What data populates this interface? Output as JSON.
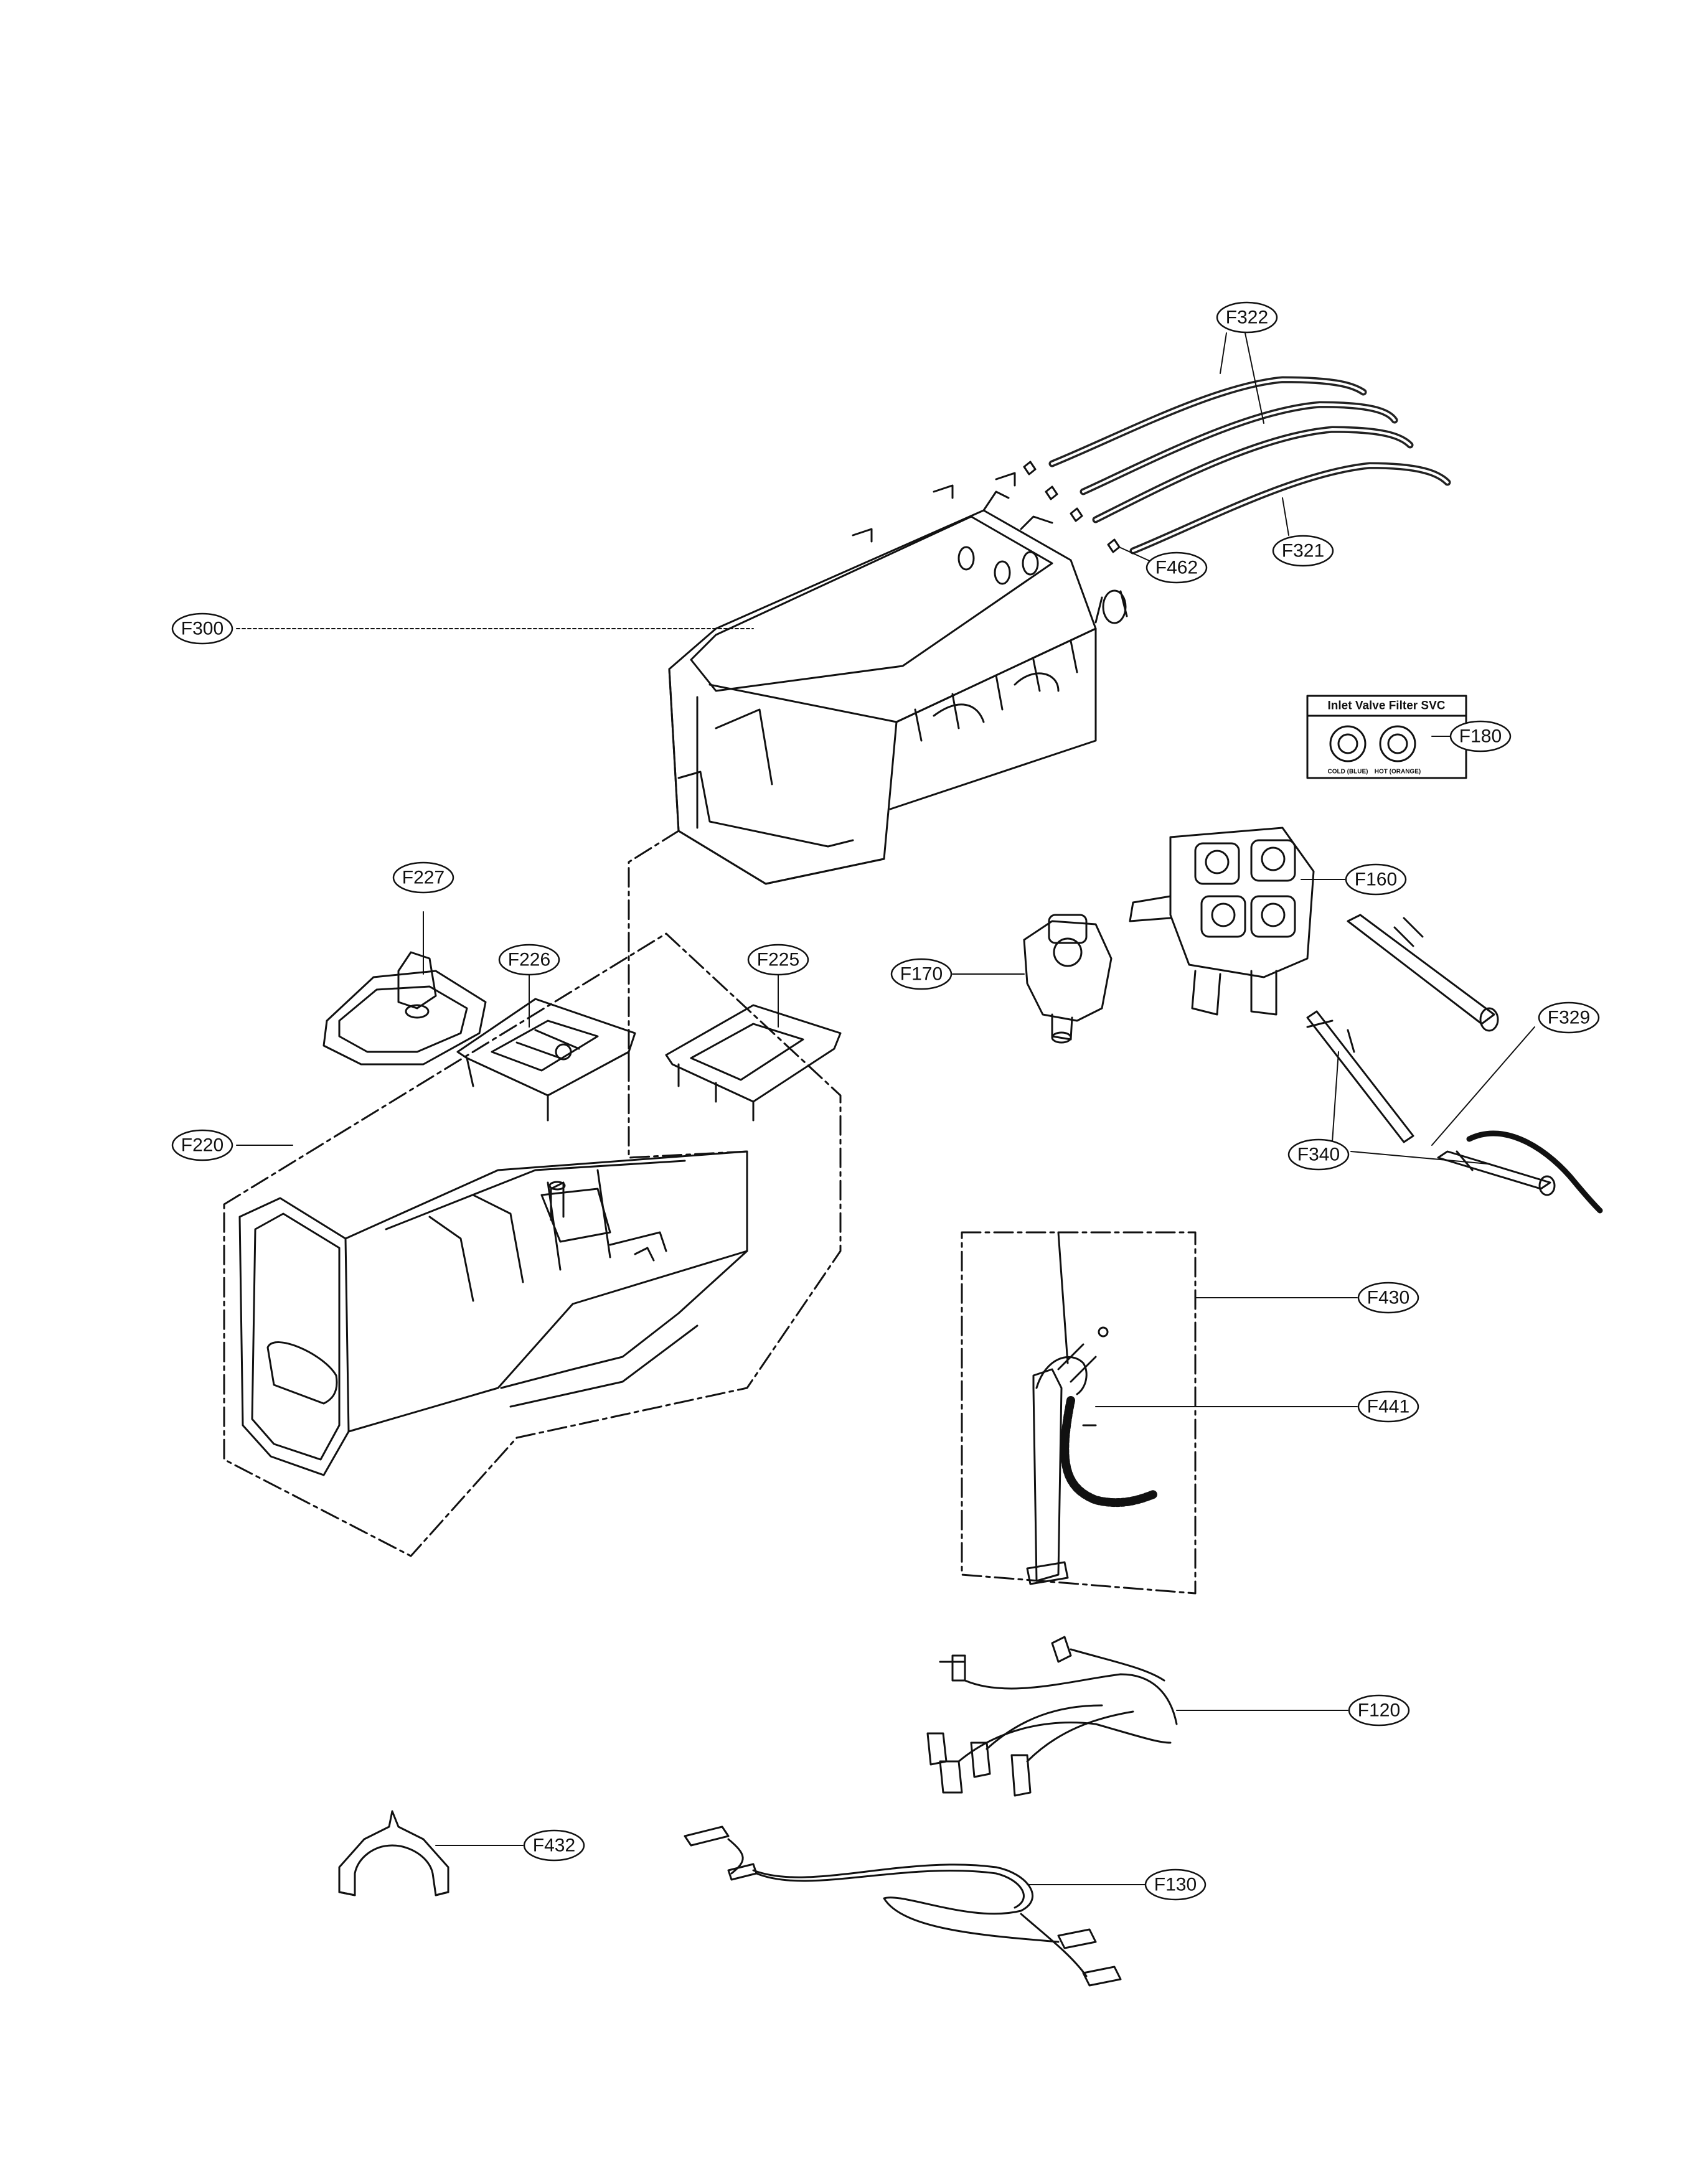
{
  "labels": {
    "f322": "F322",
    "f321": "F321",
    "f462": "F462",
    "f300": "F300",
    "f180": "F180",
    "f160": "F160",
    "f170": "F170",
    "f329": "F329",
    "f340": "F340",
    "f227": "F227",
    "f226": "F226",
    "f225": "F225",
    "f220": "F220",
    "f430": "F430",
    "f441": "F441",
    "f120": "F120",
    "f432": "F432",
    "f130": "F130"
  },
  "inlet_filter": {
    "title": "Inlet Valve Filter SVC",
    "cold": "COLD (BLUE)",
    "hot": "HOT (ORANGE)"
  }
}
